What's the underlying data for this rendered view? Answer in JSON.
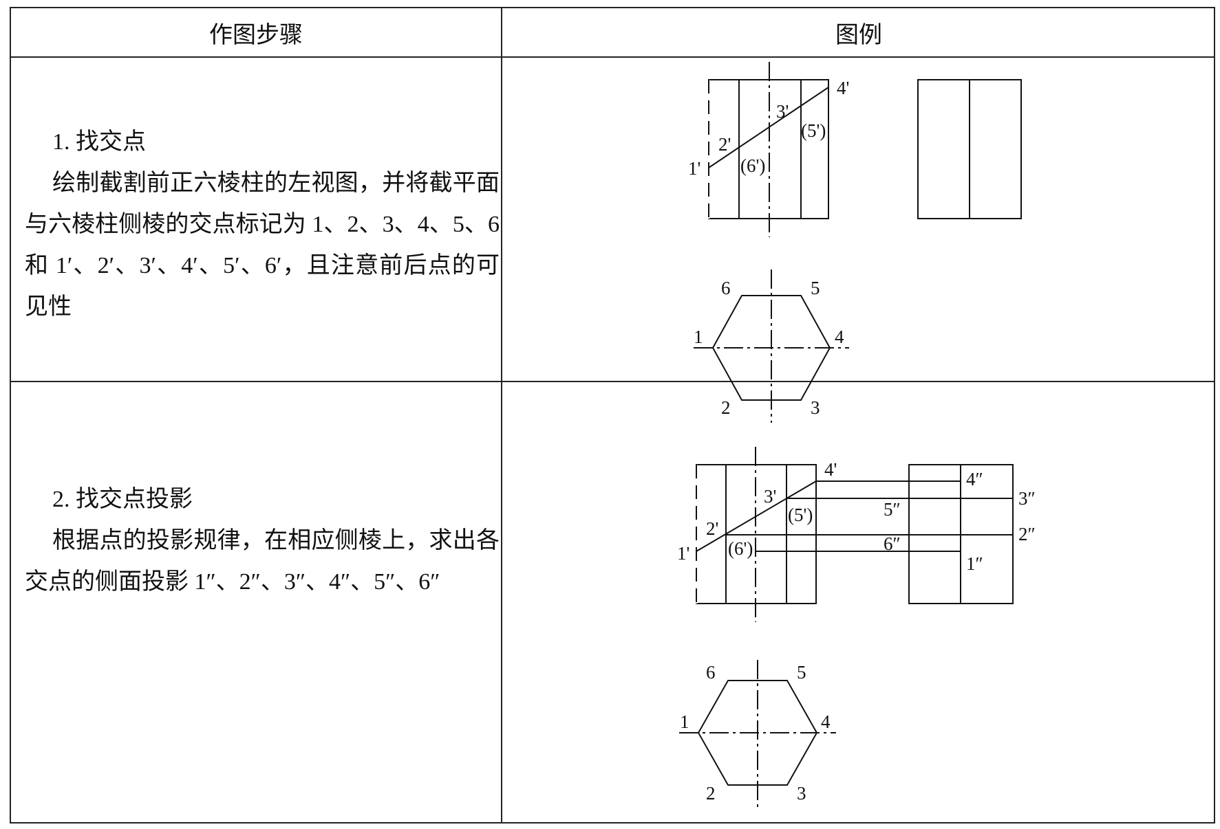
{
  "table": {
    "headers": {
      "steps": "作图步骤",
      "figures": "图例"
    },
    "rows": [
      {
        "title": "1. 找交点",
        "body": "绘制截割前正六棱柱的左视图，并将截平面与六棱柱侧棱的交点标记为 1、2、3、4、5、6 和 1′、2′、3′、4′、5′、6′，且注意前后点的可见性"
      },
      {
        "title": "2. 找交点投影",
        "body": "根据点的投影规律，在相应侧棱上，求出各交点的侧面投影 1″、2″、3″、4″、5″、6″"
      }
    ]
  },
  "figure1": {
    "front_labels": {
      "p1": "1'",
      "p2": "2'",
      "p3": "3'",
      "p4": "4'",
      "p5": "(5')",
      "p6": "(6')"
    },
    "top_labels": {
      "p1": "1",
      "p2": "2",
      "p3": "3",
      "p4": "4",
      "p5": "5",
      "p6": "6"
    }
  },
  "figure2": {
    "front_labels": {
      "p1": "1'",
      "p2": "2'",
      "p3": "3'",
      "p4": "4'",
      "p5": "(5')",
      "p6": "(6')"
    },
    "side_labels": {
      "p1": "1″",
      "p2": "2″",
      "p3": "3″",
      "p4": "4″",
      "p5": "5″",
      "p6": "6″"
    },
    "top_labels": {
      "p1": "1",
      "p2": "2",
      "p3": "3",
      "p4": "4",
      "p5": "5",
      "p6": "6"
    }
  }
}
